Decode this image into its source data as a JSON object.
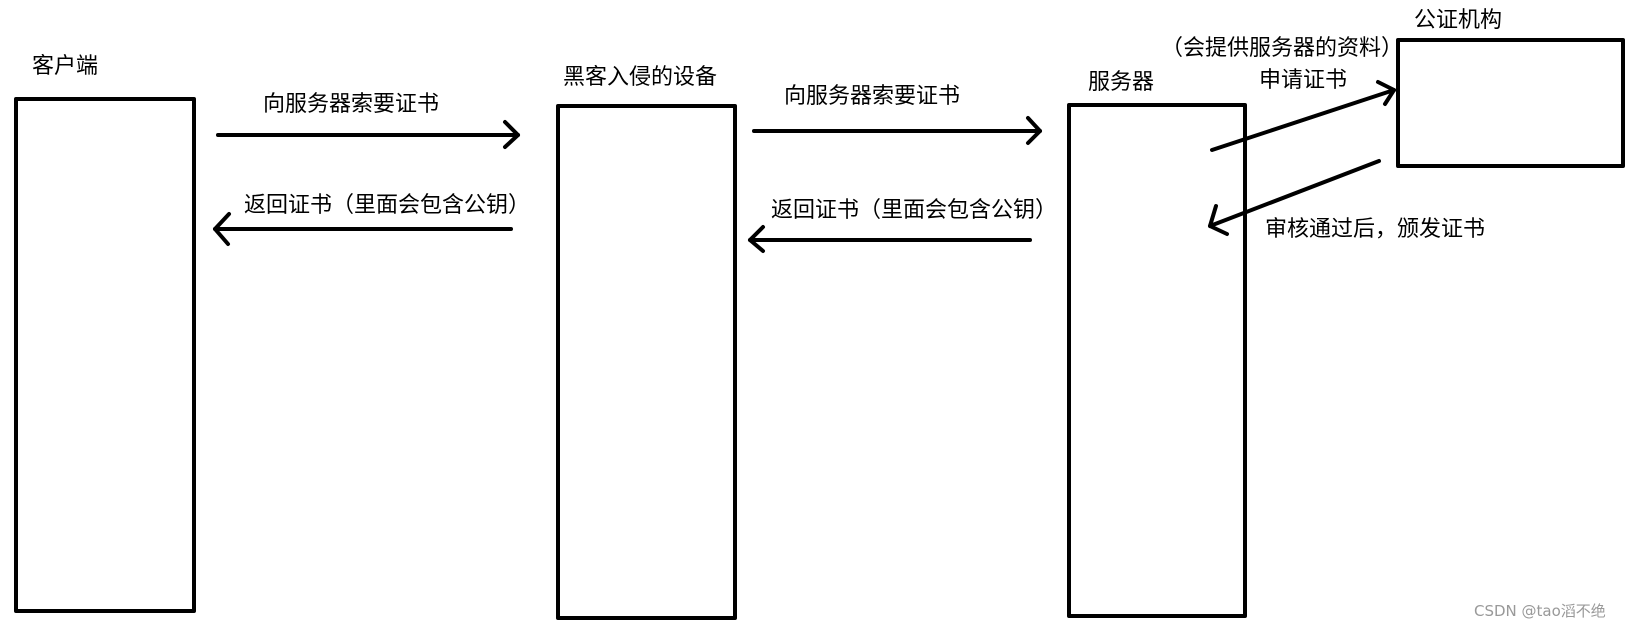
{
  "nodes": {
    "client": {
      "title": "客户端"
    },
    "attacker": {
      "title": "黑客入侵的设备"
    },
    "server": {
      "title": "服务器"
    },
    "ca": {
      "title": "公证机构",
      "note": "（会提供服务器的资料）"
    }
  },
  "edges": {
    "client_to_attacker": {
      "label": "向服务器索要证书"
    },
    "attacker_to_client": {
      "label": "返回证书（里面会包含公钥）"
    },
    "attacker_to_server": {
      "label": "向服务器索要证书"
    },
    "server_to_attacker": {
      "label": "返回证书（里面会包含公钥）"
    },
    "server_to_ca": {
      "label": "申请证书"
    },
    "ca_to_server": {
      "label": "审核通过后，颁发证书"
    }
  },
  "watermark": "CSDN @tao滔不绝",
  "colors": {
    "stroke": "#000000",
    "background": "#ffffff",
    "watermark": "#999999"
  }
}
